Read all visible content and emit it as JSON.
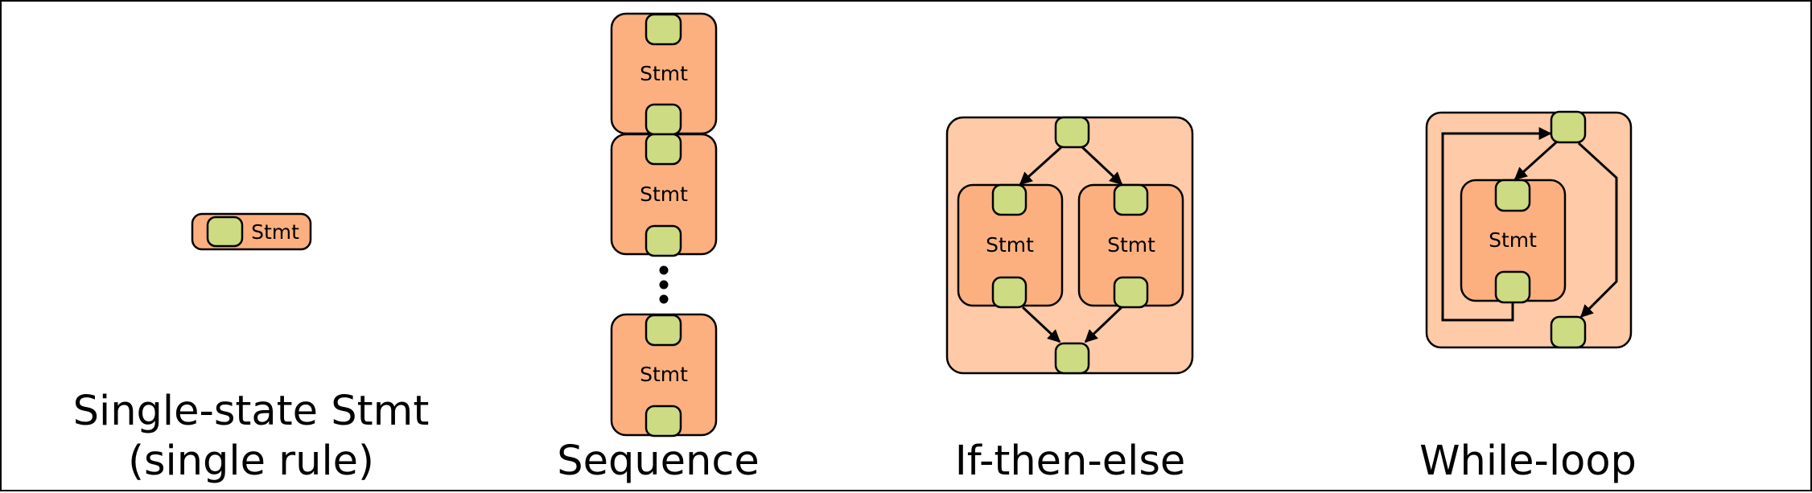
{
  "colors": {
    "stmt_fill": "#fdb07f",
    "container_fill": "#fecaa7",
    "state_fill": "#cddc83",
    "stroke": "#000000"
  },
  "stmt_label": "Stmt",
  "captions": {
    "single_line1": "Single-state Stmt",
    "single_line2": "(single rule)",
    "sequence": "Sequence",
    "if_then_else": "If-then-else",
    "while_loop": "While-loop"
  }
}
